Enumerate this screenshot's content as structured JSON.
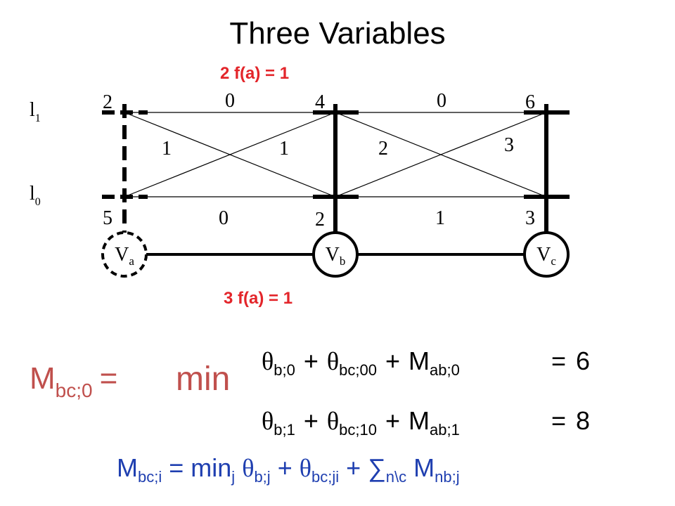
{
  "title": "Three Variables",
  "annotations": {
    "top": "2 f(a) = 1",
    "bottom": "3 f(a) = 1",
    "color": "#e3252a"
  },
  "labels": {
    "l1": {
      "base": "l",
      "sub": "1"
    },
    "l0": {
      "base": "l",
      "sub": "0"
    }
  },
  "nodes": [
    {
      "id": "a",
      "base": "V",
      "sub": "a",
      "unary_top": "2",
      "unary_bottom": "5",
      "style": "dashed"
    },
    {
      "id": "b",
      "base": "V",
      "sub": "b",
      "unary_top": "4",
      "unary_bottom": "2",
      "style": "solid"
    },
    {
      "id": "c",
      "base": "V",
      "sub": "c",
      "unary_top": "6",
      "unary_bottom": "3",
      "style": "solid"
    }
  ],
  "pairwise": {
    "ab": {
      "top": "0",
      "cross_down": "1",
      "cross_up": "1",
      "bottom": "0"
    },
    "bc": {
      "top": "0",
      "cross_down": "2",
      "cross_up": "3",
      "bottom": "1"
    }
  },
  "equation": {
    "lhs_main": "M",
    "lhs_sub": "bc;0",
    "equals": "=",
    "min": "min",
    "color": "#c0504d",
    "row1": {
      "t1": "θ",
      "t1_sub": "b;0",
      "plus1": "+",
      "t2": "θ",
      "t2_sub": "bc;00",
      "plus2": "+",
      "t3": "M",
      "t3_sub": "ab;0",
      "eq": "=",
      "value": "6"
    },
    "row2": {
      "t1": "θ",
      "t1_sub": "b;1",
      "plus1": "+",
      "t2": "θ",
      "t2_sub": "bc;10",
      "plus2": "+",
      "t3": "M",
      "t3_sub": "ab;1",
      "eq": "=",
      "value": "8"
    }
  },
  "general": {
    "color": "#1f3fb0",
    "m": "M",
    "m_sub": "bc;i",
    "eq_min": "= min",
    "min_sub": "j",
    "theta1": "θ",
    "theta1_sub": "b;j",
    "plus1": "+",
    "theta2": "θ",
    "theta2_sub": "bc;ji",
    "plus2": "+",
    "sum": "∑",
    "sum_sub": "n\\c",
    "m2": "M",
    "m2_sub": "nb;j"
  }
}
